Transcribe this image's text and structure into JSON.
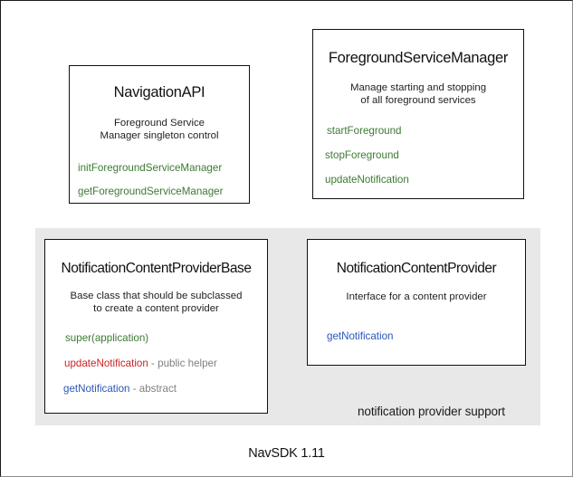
{
  "diagram": {
    "footer_caption": "NavSDK 1.11",
    "colors": {
      "panel_background": "#e8e8e8",
      "box_border": "#111111",
      "method_green": "#3d7a33",
      "method_red": "#cc2222",
      "method_blue": "#2a56bb",
      "note_gray": "#808080",
      "canvas_background": "#ffffff"
    },
    "group": {
      "label": "notification provider support"
    },
    "boxes": [
      {
        "id": "navigation-api",
        "title": "NavigationAPI",
        "description": "Foreground Service\nManager singleton control",
        "desc_line1": "Foreground Service",
        "desc_line2": "Manager singleton control",
        "members": [
          {
            "name": "initForegroundServiceManager",
            "color": "green",
            "note": ""
          },
          {
            "name": "getForegroundServiceManager",
            "color": "green",
            "note": ""
          }
        ]
      },
      {
        "id": "foreground-service-manager",
        "title": "ForegroundServiceManager",
        "desc_line1": "Manage starting and stopping",
        "desc_line2": "of all foreground services",
        "members": [
          {
            "name": "startForeground",
            "color": "green",
            "note": ""
          },
          {
            "name": "stopForeground",
            "color": "green",
            "note": ""
          },
          {
            "name": "updateNotification",
            "color": "green",
            "note": ""
          }
        ]
      },
      {
        "id": "notification-content-provider-base",
        "title": "NotificationContentProviderBase",
        "desc_line1": "Base class that should be subclassed",
        "desc_line2": "to create a content provider",
        "members": [
          {
            "name": "super(application)",
            "color": "green",
            "note": ""
          },
          {
            "name": "updateNotification",
            "color": "red",
            "note": " - public helper"
          },
          {
            "name": "getNotification",
            "color": "blue",
            "note": " - abstract"
          }
        ]
      },
      {
        "id": "notification-content-provider",
        "title": "NotificationContentProvider",
        "desc_line1": "Interface for a content provider",
        "desc_line2": "",
        "members": [
          {
            "name": "getNotification",
            "color": "blue",
            "note": ""
          }
        ]
      }
    ]
  }
}
